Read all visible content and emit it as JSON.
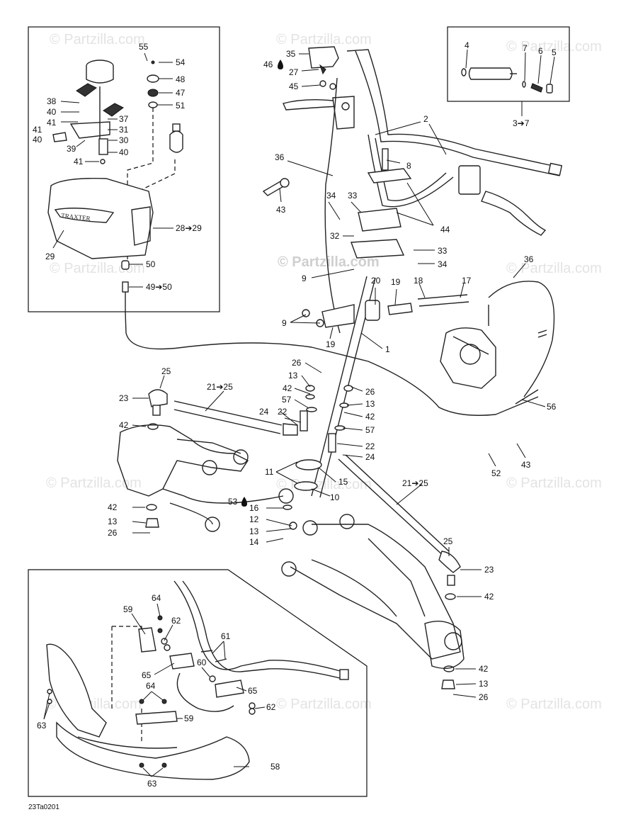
{
  "watermark_text": "© Partzilla.com",
  "center_watermark": "© Partzilla.com",
  "figure_code": "23Ta0201",
  "labels": {
    "l55": "55",
    "l54": "54",
    "l48": "48",
    "l47": "47",
    "l51": "51",
    "l38": "38",
    "l40a": "40",
    "l41a": "41",
    "l37": "37",
    "l31": "31",
    "l41b": "41",
    "l40b": "40",
    "l39": "39",
    "l30": "30",
    "l40c": "40",
    "l41c": "41",
    "l28_29": "28➔29",
    "l29": "29",
    "l50": "50",
    "l49_50": "49➔50",
    "l35": "35",
    "l46": "46",
    "l27": "27",
    "l45": "45",
    "l36a": "36",
    "l43a": "43",
    "l34a": "34",
    "l33a": "33",
    "l8": "8",
    "l2": "2",
    "l44": "44",
    "l32": "32",
    "l33b": "33",
    "l34b": "34",
    "l9a": "9",
    "l20": "20",
    "l19a": "19",
    "l18": "18",
    "l17": "17",
    "l36b": "36",
    "l9b": "9",
    "l19b": "19",
    "l1": "1",
    "l4": "4",
    "l7": "7",
    "l6": "6",
    "l5": "5",
    "l3_7": "3➔7",
    "l25a": "25",
    "l23a": "23",
    "l21_25a": "21➔25",
    "l42a": "42",
    "l26a": "26",
    "l13a": "13",
    "l42b": "42",
    "l57a": "57",
    "l24a": "24",
    "l22a": "22",
    "l26b": "26",
    "l13b": "13",
    "l42c": "42",
    "l57b": "57",
    "l22b": "22",
    "l24b": "24",
    "l56": "56",
    "l52": "52",
    "l43b": "43",
    "l11": "11",
    "l15": "15",
    "l10": "10",
    "l21_25b": "21➔25",
    "l53": "53",
    "l16": "16",
    "l12": "12",
    "l13c": "13",
    "l14": "14",
    "l42d": "42",
    "l13d": "13",
    "l26c": "26",
    "l25b": "25",
    "l23b": "23",
    "l42e": "42",
    "l42f": "42",
    "l13e": "13",
    "l26d": "26",
    "l64a": "64",
    "l59a": "59",
    "l62a": "62",
    "l61": "61",
    "l60": "60",
    "l65a": "65",
    "l65b": "65",
    "l62b": "62",
    "l64b": "64",
    "l59b": "59",
    "l63a": "63",
    "l58": "58",
    "l63b": "63"
  }
}
